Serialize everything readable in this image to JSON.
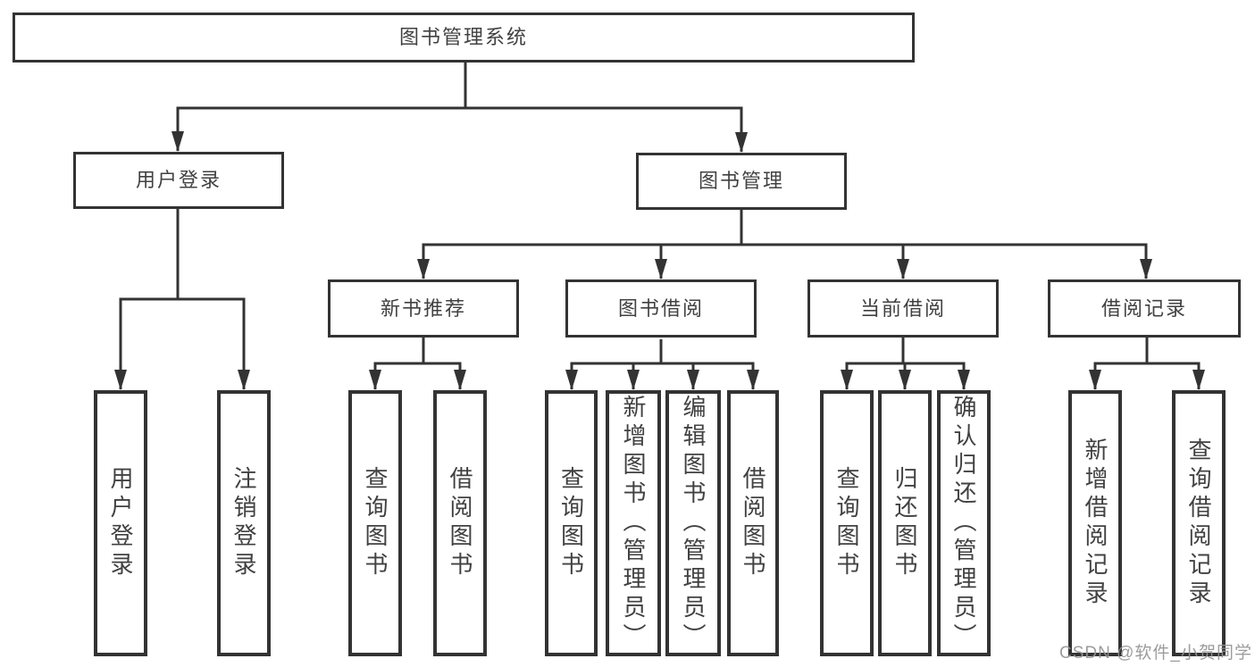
{
  "diagram": {
    "colors": {
      "line": "#333333",
      "text": "#414141",
      "background": "#ffffff",
      "watermark": "#949494"
    },
    "root": {
      "label": "图书管理系统"
    },
    "branches": {
      "user_login": {
        "label": "用户登录",
        "children": [
          "用户登录",
          "注销登录"
        ]
      },
      "book_management": {
        "label": "图书管理",
        "children": {
          "new_book_recommend": {
            "label": "新书推荐",
            "children": [
              "查询图书",
              "借阅图书"
            ]
          },
          "book_borrowing": {
            "label": "图书借阅",
            "children": [
              "查询图书",
              "新增图书（管理员）",
              "编辑图书（管理员）",
              "借阅图书"
            ]
          },
          "current_borrowing": {
            "label": "当前借阅",
            "children": [
              "查询图书",
              "归还图书",
              "确认归还（管理员）"
            ]
          },
          "borrowing_records": {
            "label": "借阅记录",
            "children": [
              "新增借阅记录",
              "查询借阅记录"
            ]
          }
        }
      }
    },
    "watermark": "CSDN @软件_小贺同学"
  }
}
